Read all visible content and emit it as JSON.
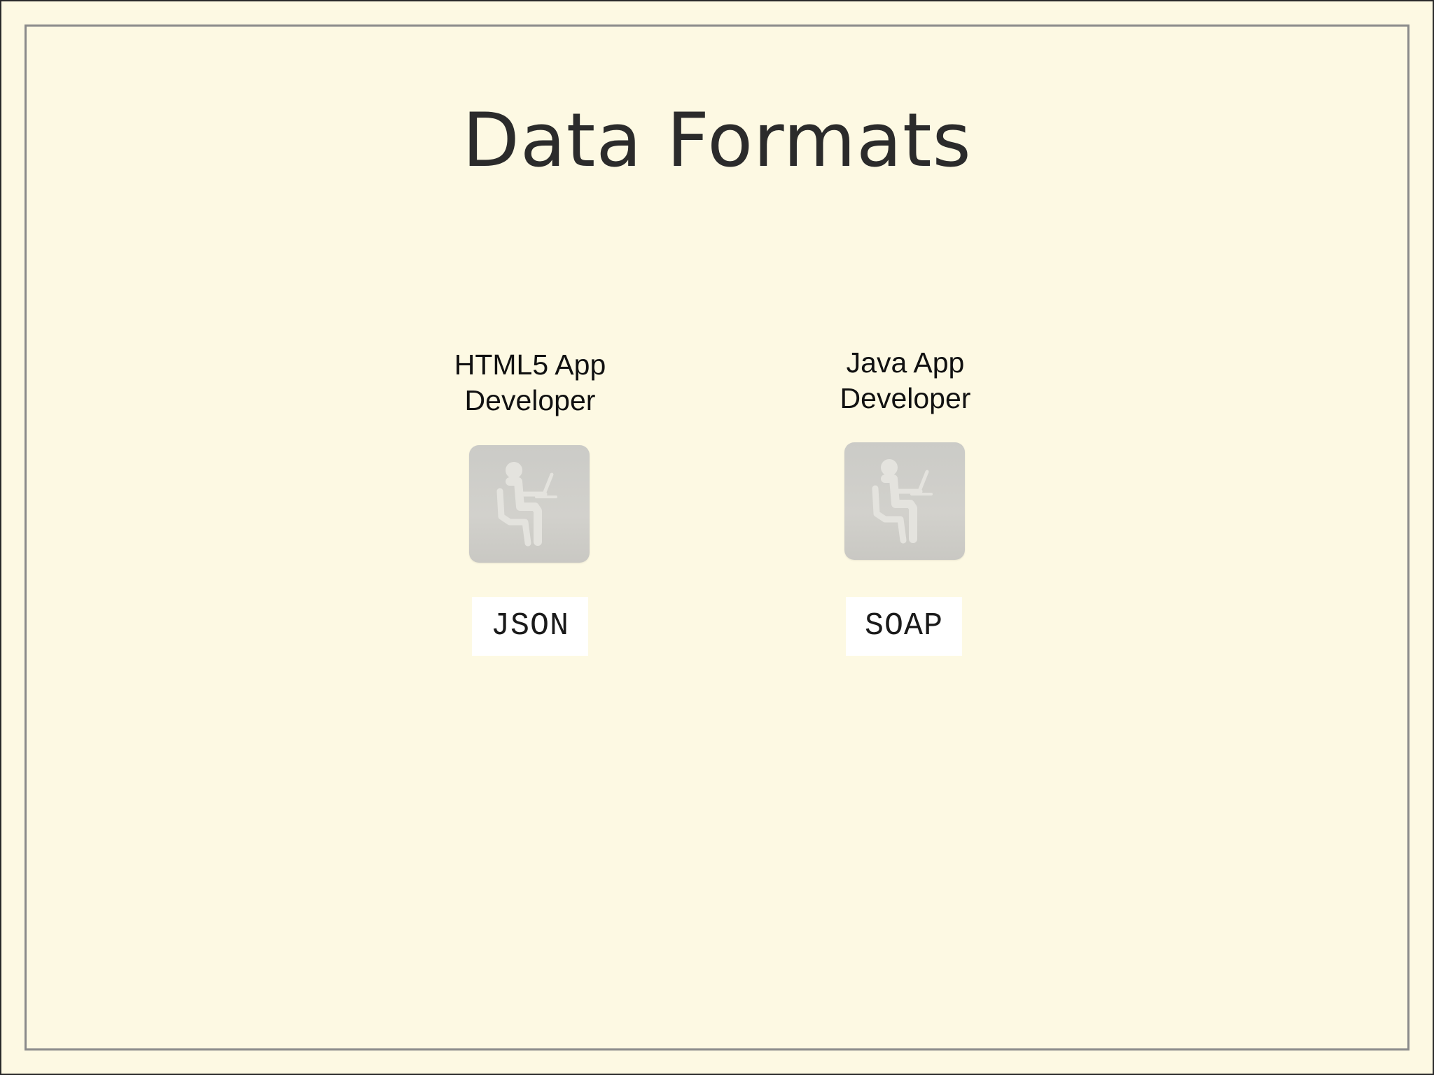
{
  "slide": {
    "title": "Data Formats"
  },
  "roles": [
    {
      "label": "HTML5 App\nDeveloper",
      "icon": "person-at-laptop-icon",
      "format": "JSON"
    },
    {
      "label": "Java App\nDeveloper",
      "icon": "person-at-laptop-icon",
      "format": "SOAP"
    }
  ],
  "colors": {
    "background": "#fdf9e3",
    "frame": "#8a8a8a",
    "icon_tile": "#cbcbc7",
    "icon_figure": "#e4e3de",
    "format_box": "#ffffff"
  }
}
